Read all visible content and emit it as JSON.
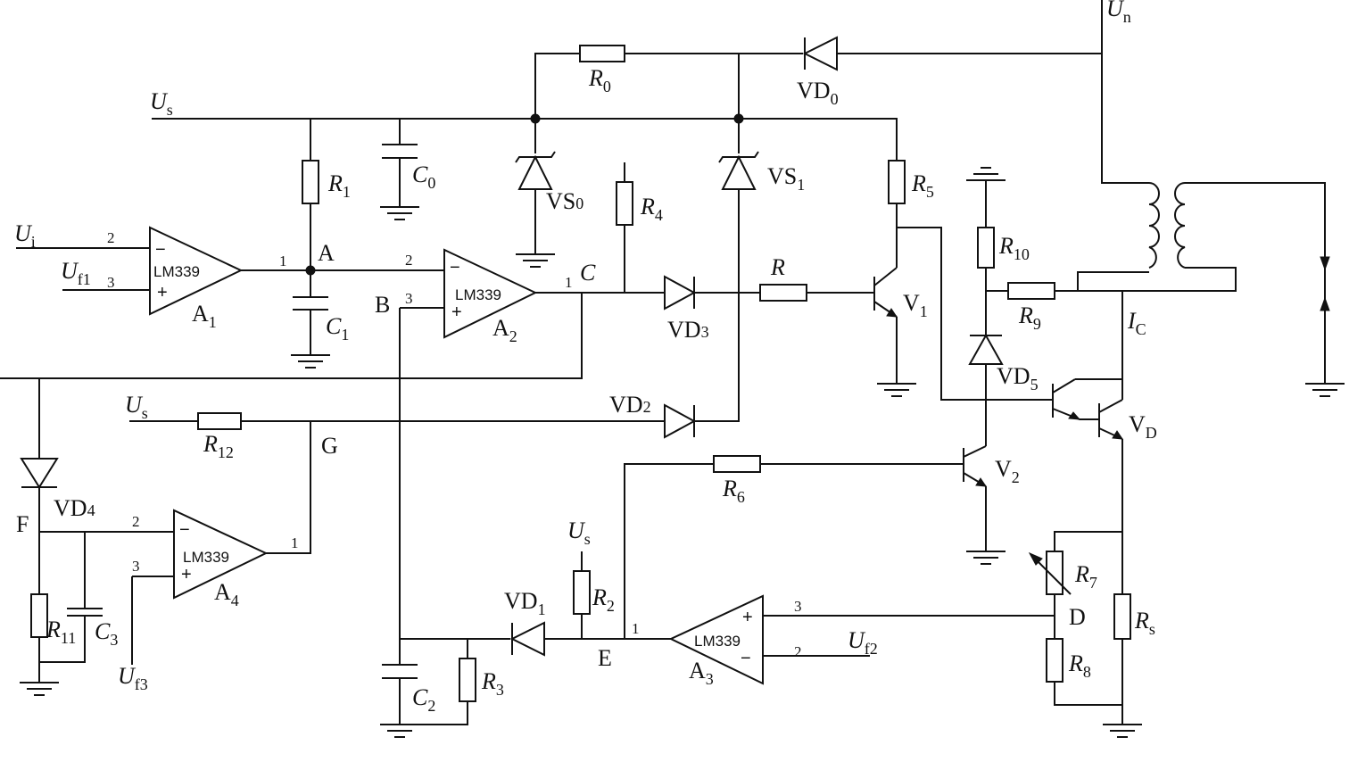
{
  "supplies": {
    "us_top": {
      "main": "U",
      "sub": "s"
    },
    "us_r12": {
      "main": "U",
      "sub": "s"
    },
    "us_r2": {
      "main": "U",
      "sub": "s"
    },
    "un": {
      "main": "U",
      "sub": "n"
    }
  },
  "inputs": {
    "ui": {
      "main": "U",
      "sub": "i"
    },
    "uf1": {
      "main": "U",
      "sub": "f1"
    },
    "uf2": {
      "main": "U",
      "sub": "f2"
    },
    "uf3": {
      "main": "U",
      "sub": "f3"
    }
  },
  "comparators": [
    {
      "id": "A1",
      "part": "LM339",
      "name": "A",
      "sub": "1",
      "pin_out": "1",
      "pin_inv": "2",
      "pin_noninv": "3"
    },
    {
      "id": "A2",
      "part": "LM339",
      "name": "A",
      "sub": "2",
      "pin_out": "1",
      "pin_inv": "2",
      "pin_noninv": "3"
    },
    {
      "id": "A3",
      "part": "LM339",
      "name": "A",
      "sub": "3",
      "pin_out": "1",
      "pin_inv": "2",
      "pin_noninv": "3"
    },
    {
      "id": "A4",
      "part": "LM339",
      "name": "A",
      "sub": "4",
      "pin_out": "1",
      "pin_inv": "2",
      "pin_noninv": "3"
    }
  ],
  "resistors": [
    {
      "id": "R0",
      "main": "R",
      "sub": "0"
    },
    {
      "id": "R1",
      "main": "R",
      "sub": "1"
    },
    {
      "id": "R2",
      "main": "R",
      "sub": "2"
    },
    {
      "id": "R3",
      "main": "R",
      "sub": "3"
    },
    {
      "id": "R4",
      "main": "R",
      "sub": "4"
    },
    {
      "id": "R5",
      "main": "R",
      "sub": "5"
    },
    {
      "id": "R6",
      "main": "R",
      "sub": "6"
    },
    {
      "id": "R7",
      "main": "R",
      "sub": "7"
    },
    {
      "id": "R8",
      "main": "R",
      "sub": "8"
    },
    {
      "id": "R9",
      "main": "R",
      "sub": "9"
    },
    {
      "id": "R10",
      "main": "R",
      "sub": "10"
    },
    {
      "id": "R11",
      "main": "R",
      "sub": "11"
    },
    {
      "id": "R12",
      "main": "R",
      "sub": "12"
    },
    {
      "id": "R",
      "main": "R",
      "sub": ""
    },
    {
      "id": "Rs",
      "main": "R",
      "sub": "s"
    }
  ],
  "capacitors": [
    {
      "id": "C0",
      "main": "C",
      "sub": "0"
    },
    {
      "id": "C1",
      "main": "C",
      "sub": "1"
    },
    {
      "id": "C2",
      "main": "C",
      "sub": "2"
    },
    {
      "id": "C3",
      "main": "C",
      "sub": "3"
    }
  ],
  "diodes": [
    {
      "id": "VD0",
      "main": "VD",
      "sub": "0"
    },
    {
      "id": "VD1",
      "main": "VD",
      "sub": "1"
    },
    {
      "id": "VD2",
      "main": "VD",
      "sub": "2"
    },
    {
      "id": "VD3",
      "main": "VD",
      "sub": "3"
    },
    {
      "id": "VD4",
      "main": "VD",
      "sub": "4"
    },
    {
      "id": "VD5",
      "main": "VD",
      "sub": "5"
    },
    {
      "id": "VS0",
      "main": "VS",
      "sub": "0"
    },
    {
      "id": "VS1",
      "main": "VS",
      "sub": "1"
    }
  ],
  "transistors": [
    {
      "id": "V1",
      "main": "V",
      "sub": "1"
    },
    {
      "id": "V2",
      "main": "V",
      "sub": "2"
    },
    {
      "id": "VD",
      "main": "V",
      "sub": "D"
    }
  ],
  "nodes": {
    "A": "A",
    "B": "B",
    "C": "C",
    "D": "D",
    "E": "E",
    "F": "F",
    "G": "G"
  },
  "current": {
    "main": "I",
    "sub": "C"
  }
}
